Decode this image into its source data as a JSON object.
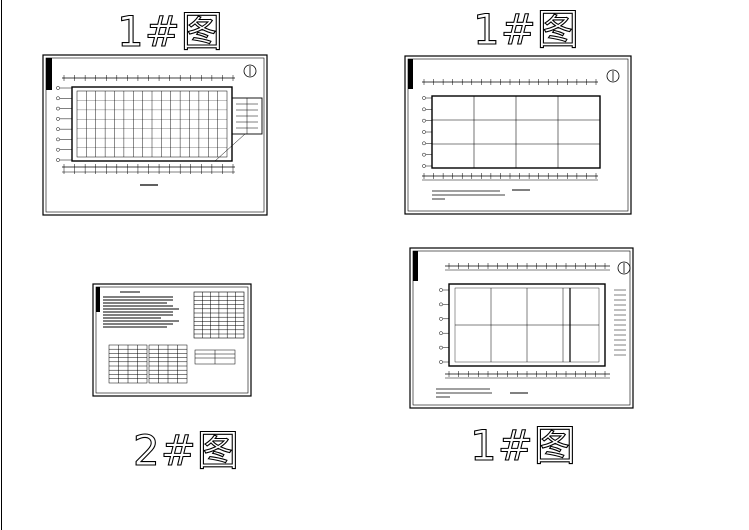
{
  "canvas": {
    "background": "#ffffff",
    "line_color": "#000000"
  },
  "labels": {
    "top_left": "1#图",
    "top_right": "1#图",
    "bottom_left": "2#图",
    "bottom_right": "1#图"
  },
  "sheets": [
    {
      "id": "sheet-1",
      "kind": "floor-plan",
      "grid_cols": 16,
      "grid_rows": 7,
      "symbol": "①"
    },
    {
      "id": "sheet-2",
      "kind": "roof-plan",
      "grid_cols": 4,
      "grid_rows": 3,
      "symbol": "①"
    },
    {
      "id": "sheet-3",
      "kind": "notes-and-tables"
    },
    {
      "id": "sheet-4",
      "kind": "floor-plan",
      "grid_cols": 4,
      "grid_rows": 2,
      "symbol": "①"
    }
  ]
}
